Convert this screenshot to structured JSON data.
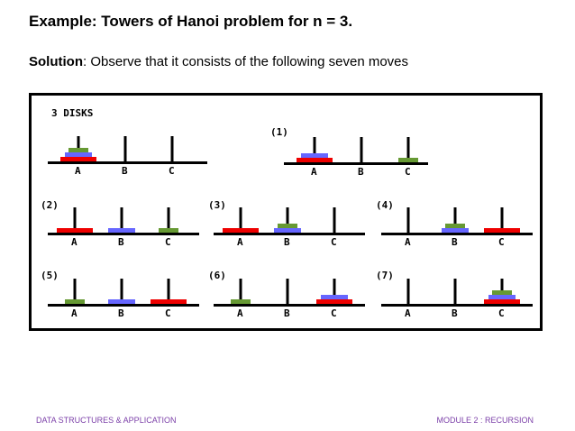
{
  "slide": {
    "title": "Example: Towers of Hanoi problem for n = 3.",
    "solution_label": "Solution",
    "solution_text": ": Observe that it consists of the following seven moves"
  },
  "figure": {
    "heading": "3 DISKS",
    "peg_labels": [
      "A",
      "B",
      "C"
    ],
    "colors": {
      "large": "#ee0000",
      "medium": "#6666ff",
      "small": "#669933",
      "line": "#000000"
    },
    "states": [
      {
        "label": "",
        "pegs": [
          [
            "large",
            "medium",
            "small"
          ],
          [],
          []
        ]
      },
      {
        "label": "(1)",
        "pegs": [
          [
            "large",
            "medium"
          ],
          [],
          [
            "small"
          ]
        ]
      },
      {
        "label": "(2)",
        "pegs": [
          [
            "large"
          ],
          [
            "medium"
          ],
          [
            "small"
          ]
        ]
      },
      {
        "label": "(3)",
        "pegs": [
          [
            "large"
          ],
          [
            "medium",
            "small"
          ],
          []
        ]
      },
      {
        "label": "(4)",
        "pegs": [
          [],
          [
            "medium",
            "small"
          ],
          [
            "large"
          ]
        ]
      },
      {
        "label": "(5)",
        "pegs": [
          [
            "small"
          ],
          [
            "medium"
          ],
          [
            "large"
          ]
        ]
      },
      {
        "label": "(6)",
        "pegs": [
          [
            "small"
          ],
          [],
          [
            "large",
            "medium"
          ]
        ]
      },
      {
        "label": "(7)",
        "pegs": [
          [],
          [],
          [
            "large",
            "medium",
            "small"
          ]
        ]
      }
    ]
  },
  "footer": {
    "left": "DATA STRUCTURES &  APPLICATION",
    "right": "MODULE 2 : RECURSION"
  }
}
